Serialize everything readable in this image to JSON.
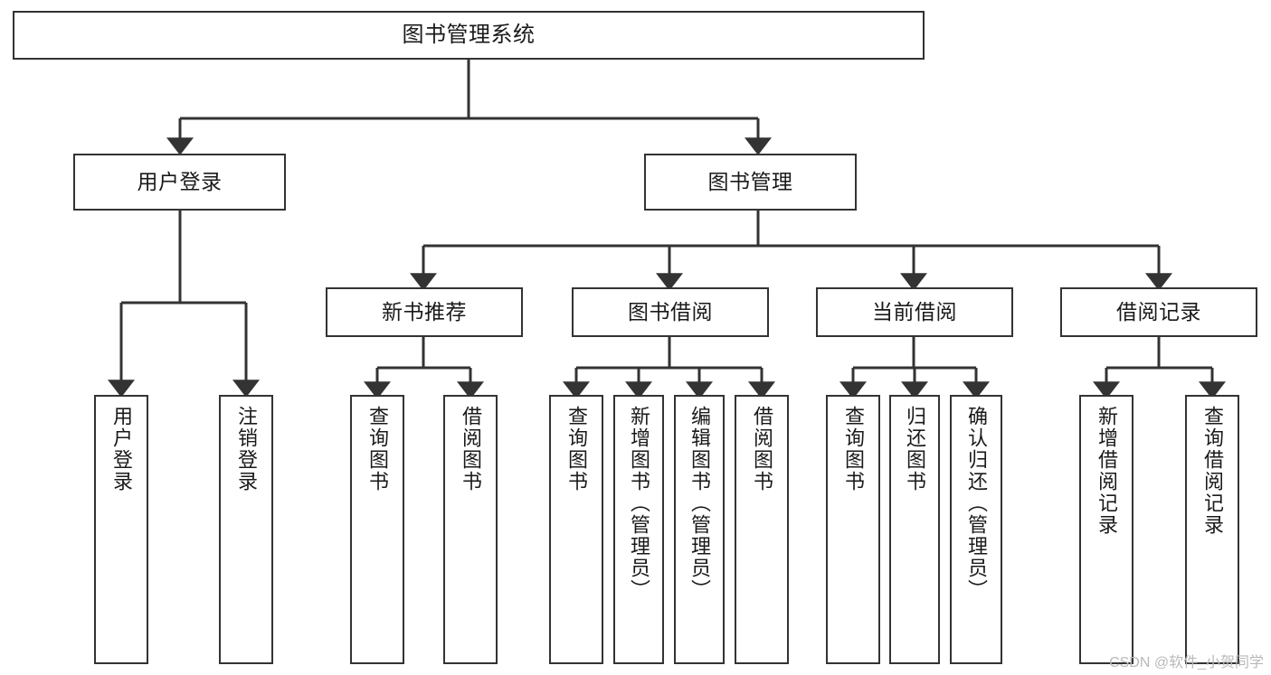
{
  "diagram": {
    "title": "图书管理系统",
    "type": "功能结构图",
    "watermark": "CSDN @软件_小贺同学",
    "colors": {
      "box_border": "#333333",
      "box_fill": "#ffffff",
      "edge": "#333333",
      "text": "#1a1a1a",
      "watermark": "#b9b9b9",
      "background": "#ffffff"
    },
    "nodes": {
      "root": {
        "label": "图书管理系统"
      },
      "level2": [
        {
          "id": "user-login",
          "label": "用户登录"
        },
        {
          "id": "book-management",
          "label": "图书管理"
        }
      ],
      "level3": [
        {
          "id": "new-book-recommend",
          "label": "新书推荐"
        },
        {
          "id": "book-borrow",
          "label": "图书借阅"
        },
        {
          "id": "current-borrow",
          "label": "当前借阅"
        },
        {
          "id": "borrow-record",
          "label": "借阅记录"
        }
      ],
      "leaves": {
        "user-login": [
          {
            "id": "leaf-user-login",
            "label": "用户登录"
          },
          {
            "id": "leaf-logout-login",
            "label": "注销登录"
          }
        ],
        "new-book-recommend": [
          {
            "id": "leaf-query-book-1",
            "label": "查询图书"
          },
          {
            "id": "leaf-borrow-book-1",
            "label": "借阅图书"
          }
        ],
        "book-borrow": [
          {
            "id": "leaf-query-book-2",
            "label": "查询图书"
          },
          {
            "id": "leaf-add-book",
            "label": "新增图书（管理员）"
          },
          {
            "id": "leaf-edit-book",
            "label": "编辑图书（管理员）"
          },
          {
            "id": "leaf-borrow-book-2",
            "label": "借阅图书"
          }
        ],
        "current-borrow": [
          {
            "id": "leaf-query-book-3",
            "label": "查询图书"
          },
          {
            "id": "leaf-return-book",
            "label": "归还图书"
          },
          {
            "id": "leaf-confirm-return",
            "label": "确认归还（管理员）"
          }
        ],
        "borrow-record": [
          {
            "id": "leaf-add-record",
            "label": "新增借阅记录"
          },
          {
            "id": "leaf-query-record",
            "label": "查询借阅记录"
          }
        ]
      }
    }
  }
}
